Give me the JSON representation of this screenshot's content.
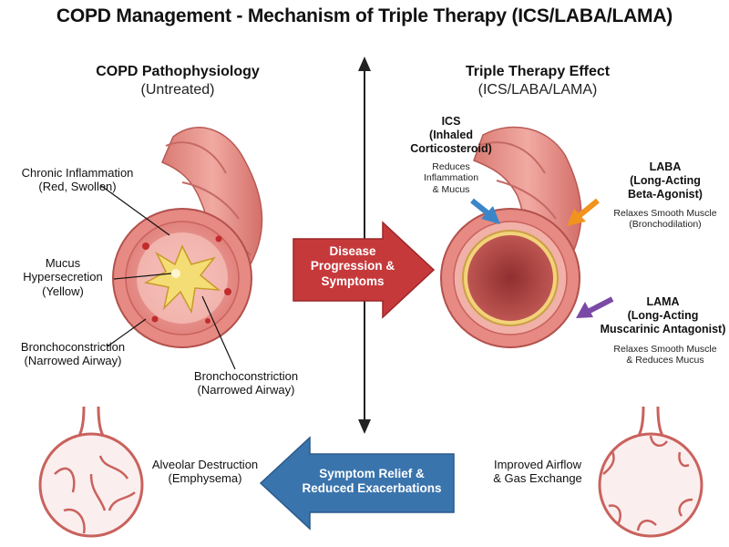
{
  "title": "COPD Management - Mechanism of Triple Therapy (ICS/LABA/LAMA)",
  "left": {
    "heading": "COPD Pathophysiology",
    "subheading": "(Untreated)",
    "labels": {
      "inflammation": [
        "Chronic Inflammation",
        "(Red, Swollen)"
      ],
      "mucus": [
        "Mucus",
        "Hypersecretion",
        "(Yellow)"
      ],
      "broncho_left": [
        "Bronchoconstriction",
        "(Narrowed Airway)"
      ],
      "broncho_right": [
        "Bronchoconstriction",
        "(Narrowed Airway)"
      ],
      "alveolar": [
        "Alveolar Destruction",
        "(Emphysema)"
      ]
    }
  },
  "right": {
    "heading": "Triple Therapy Effect",
    "subheading": "(ICS/LABA/LAMA)",
    "ics": {
      "name": [
        "ICS",
        "(Inhaled",
        "Corticosteroid)"
      ],
      "effect": [
        "Reduces",
        "Inflammation",
        "& Mucus"
      ]
    },
    "laba": {
      "name": [
        "LABA",
        "(Long-Acting",
        "Beta-Agonist)"
      ],
      "effect": [
        "Relaxes Smooth Muscle",
        "(Bronchodilation)"
      ]
    },
    "lama": {
      "name": [
        "LAMA",
        "(Long-Acting",
        "Muscarinic Antagonist)"
      ],
      "effect": [
        "Relaxes Smooth Muscle",
        "& Reduces Mucus"
      ]
    },
    "airflow": [
      "Improved Airflow",
      "& Gas Exchange"
    ]
  },
  "arrows": {
    "progression": [
      "Disease",
      "Progression &",
      "Symptoms"
    ],
    "relief": [
      "Symptom Relief &",
      "Reduced Exacerbations"
    ]
  },
  "colors": {
    "progression_arrow": "#c6393b",
    "relief_arrow": "#3a74ad",
    "ics_arrow": "#3a86c8",
    "laba_arrow": "#f0941e",
    "lama_arrow": "#7a4aa6",
    "mucus": "#f2da6a"
  }
}
